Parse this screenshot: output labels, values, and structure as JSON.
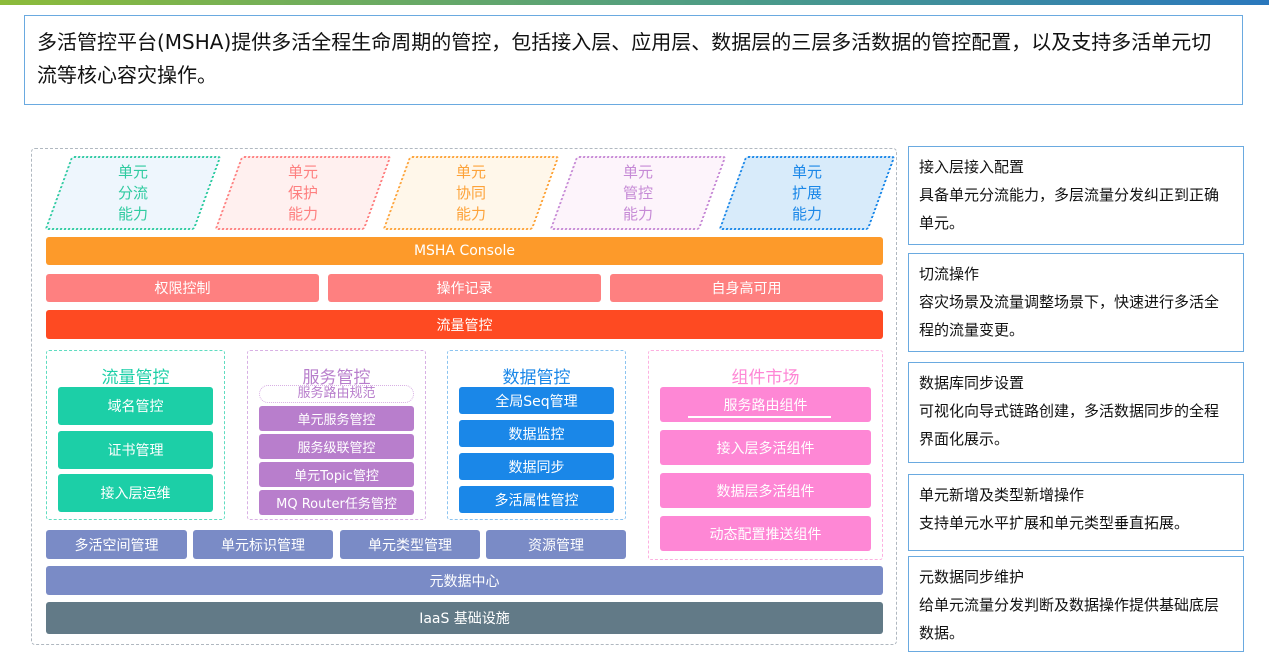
{
  "intro": "多活管控平台(MSHA)提供多活全程生命周期的管控，包括接入层、应用层、数据层的三层多活数据的管控配置，以及支持多活单元切流等核心容灾操作。",
  "capabilities": [
    {
      "l1": "单元",
      "l2": "分流",
      "l3": "能力",
      "color": "#2fcba0",
      "bg": "#eef6fd"
    },
    {
      "l1": "单元",
      "l2": "保护",
      "l3": "能力",
      "color": "#fe8080",
      "bg": "#fff0ef"
    },
    {
      "l1": "单元",
      "l2": "协同",
      "l3": "能力",
      "color": "#fda33a",
      "bg": "#fff7ea"
    },
    {
      "l1": "单元",
      "l2": "管控",
      "l3": "能力",
      "color": "#c68ad6",
      "bg": "#fdf4fb"
    },
    {
      "l1": "单元",
      "l2": "扩展",
      "l3": "能力",
      "color": "#1a87e8",
      "bg": "#d8ebfa"
    }
  ],
  "console": "MSHA Console",
  "row2": [
    "权限控制",
    "操作记录",
    "自身高可用"
  ],
  "traffic_bar": "流量管控",
  "groups": {
    "traffic": {
      "title": "流量管控",
      "items": [
        "域名管控",
        "证书管理",
        "接入层运维"
      ]
    },
    "service": {
      "title": "服务管控",
      "spec": "服务路由规范",
      "items": [
        "单元服务管控",
        "服务级联管控",
        "单元Topic管控",
        "MQ Router任务管控"
      ]
    },
    "data": {
      "title": "数据管控",
      "items": [
        "全局Seq管理",
        "数据监控",
        "数据同步",
        "多活属性管控"
      ]
    },
    "market": {
      "title": "组件市场",
      "items": [
        "服务路由组件",
        "接入层多活组件",
        "数据层多活组件",
        "动态配置推送组件"
      ]
    }
  },
  "bottom_row": [
    "多活空间管理",
    "单元标识管理",
    "单元类型管理",
    "资源管理"
  ],
  "metadata": "元数据中心",
  "iaas": "IaaS 基础设施",
  "side": [
    {
      "title": "接入层接入配置",
      "desc": "具备单元分流能力，多层流量分发纠正到正确单元。"
    },
    {
      "title": "切流操作",
      "desc": "容灾场景及流量调整场景下，快速进行多活全程的流量变更。"
    },
    {
      "title": "数据库同步设置",
      "desc": "可视化向导式链路创建，多活数据同步的全程界面化展示。"
    },
    {
      "title": "单元新增及类型新增操作",
      "desc": "支持单元水平扩展和单元类型垂直拓展。"
    },
    {
      "title": "元数据同步维护",
      "desc": "给单元流量分发判断及数据操作提供基础底层数据。"
    }
  ]
}
